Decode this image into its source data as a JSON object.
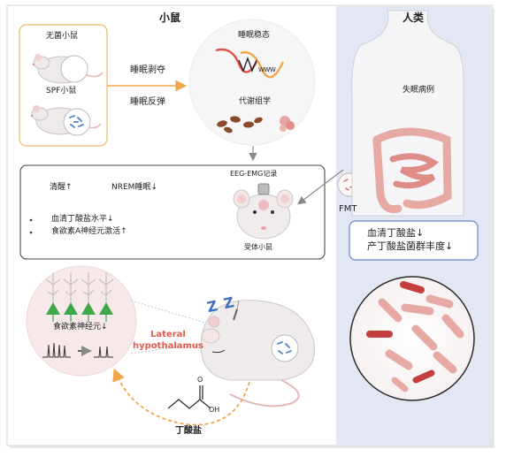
{
  "mouse_section": {
    "title": "小鼠",
    "germ_free_label": "无菌小鼠",
    "spf_label": "SPF小鼠",
    "sleep_deprivation_label": "睡眠剥夺",
    "sleep_rebound_label": "睡眠反弹",
    "sleep_homeostasis_label": "睡眠稳态",
    "metabolomics_label": "代谢组学",
    "wave_text": "WWW",
    "wake_label": "清醒↑",
    "nrem_label": "NREM睡眠↓",
    "finding_1": "血清丁酸盐水平↓",
    "finding_2": "食欲素A神经元激活↑",
    "eeg_label": "EEG-EMG记录",
    "recipient_label": "受体小鼠",
    "orexin_label": "食欲素神经元↓",
    "lh_label_line1": "Lateral",
    "lh_label_line2": "hypothalamus",
    "zzz": "Z Z",
    "butyrate_label": "丁酸盐",
    "butyrate_atom_o": "O",
    "butyrate_atom_oh": "OH"
  },
  "human_section": {
    "title": "人类",
    "patient_label": "失眠病例",
    "fmt_label": "FMT",
    "finding_line1": "血清丁酸盐↓",
    "finding_line2": "产丁酸盐菌群丰度↓"
  },
  "colors": {
    "human_bg": "#e3e7f4",
    "arrow_orange": "#f0a64a",
    "red_label": "#e35a4a",
    "neuron_green": "#3ea84a",
    "bacteria": "#d45a4a",
    "callout_border": "#7c95cf"
  }
}
